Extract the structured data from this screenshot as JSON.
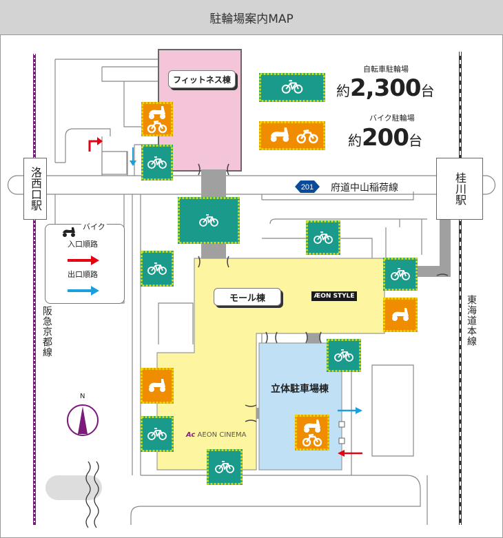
{
  "title": "駐輪場案内MAP",
  "summary": {
    "bicycle": {
      "label": "自転車駐輪場",
      "prefix": "約",
      "count": "2,300",
      "unit": "台"
    },
    "motorbike": {
      "label": "バイク駐輪場",
      "prefix": "約",
      "count": "200",
      "unit": "台"
    }
  },
  "buildings": {
    "fitness": "フィットネス棟",
    "mall": "モール棟",
    "parking": "立体駐車場棟"
  },
  "brands": {
    "aeon_style": "ÆON STYLE",
    "aeon_cinema_mark": "Ac",
    "aeon_cinema": "AEON CINEMA"
  },
  "road": {
    "route_number": "201",
    "name": "府道中山稲荷線"
  },
  "stations": {
    "rakusaiguchi": "洛西口駅",
    "katsuragawa": "桂川駅"
  },
  "railways": {
    "hankyu": "阪急京都線",
    "tokaido": "東海道本線"
  },
  "legend": {
    "bike_label": "バイク",
    "entry_label": "入口順路",
    "exit_label": "出口順路",
    "entry_color": "#e60012",
    "exit_color": "#1a9ee0"
  },
  "compass": {
    "north": "N"
  },
  "colors": {
    "bicycle_fill": "#1a9a8a",
    "motorbike_fill": "#f08c00",
    "dash_border": "#e6e600",
    "fitness_fill": "#f4c4d8",
    "mall_fill": "#fdf5a0",
    "parking_fill": "#bfe0f5",
    "route_shield": "#0a4a9a",
    "rail_purple": "#7a1a7a"
  },
  "icons": {
    "bicycle": "bicycle-icon",
    "motorbike": "motorbike-icon",
    "scooter": "scooter-icon",
    "compass": "compass-icon"
  }
}
